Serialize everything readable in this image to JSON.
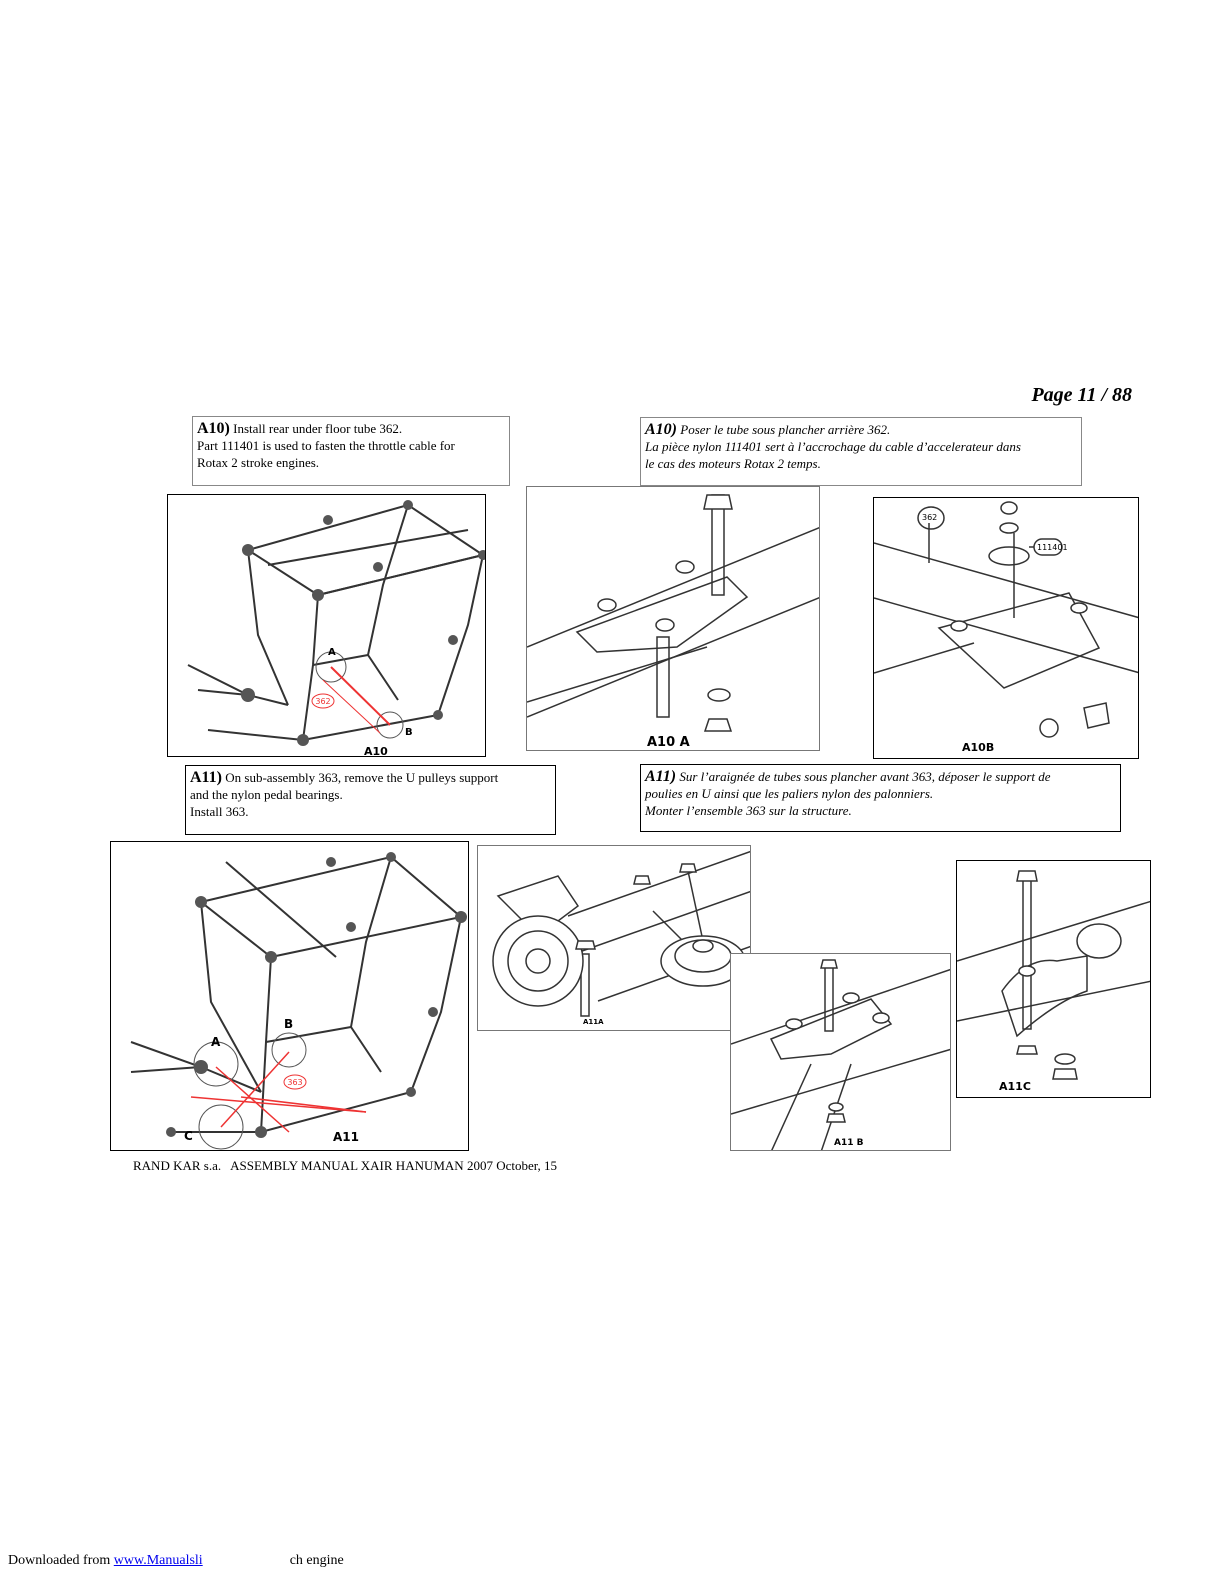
{
  "page": {
    "number": "Page 11 / 88"
  },
  "a10_en": {
    "step": "A10)",
    "line1": "Install rear under floor tube 362.",
    "line2": "Part 111401 is used to fasten the throttle cable for",
    "line3": "Rotax 2 stroke engines."
  },
  "a10_fr": {
    "step": "A10)",
    "line1": "Poser le tube sous plancher arrière 362.",
    "line2": "La pièce nylon 111401 sert à l’accrochage du cable d’accelerateur dans",
    "line3": "le cas des moteurs Rotax 2 temps."
  },
  "a11_en": {
    "step": "A11)",
    "line1": "On sub-assembly 363, remove the U pulleys support",
    "line2": "and the nylon pedal bearings.",
    "line3": "Install 363."
  },
  "a11_fr": {
    "step": "A11)",
    "line1": "Sur l’araignée de tubes sous plancher avant 363, déposer le support de",
    "line2": "poulies en U ainsi que les paliers nylon des palonniers.",
    "line3": "Monter l’ensemble 363 sur la structure."
  },
  "figures": {
    "a10": {
      "label": "A10",
      "callout_a": "A",
      "callout_b": "B",
      "part": "362"
    },
    "a10a": {
      "label": "A10 A"
    },
    "a10b": {
      "label": "A10B",
      "part_tube": "362",
      "part_nylon": "111401"
    },
    "a11": {
      "label": "A11",
      "callout_a": "A",
      "callout_b": "B",
      "callout_c": "C",
      "part": "363"
    },
    "a11a": {
      "label": "A11A"
    },
    "a11b": {
      "label": "A11 B"
    },
    "a11c": {
      "label": "A11C"
    }
  },
  "footer": {
    "text": "RAND KAR s.a.   ASSEMBLY MANUAL XAIR HANUMAN 2007 October, 15"
  },
  "download": {
    "prefix": "Downloaded from",
    "link": "www.Manualsli",
    "suffix": "ch engine"
  }
}
